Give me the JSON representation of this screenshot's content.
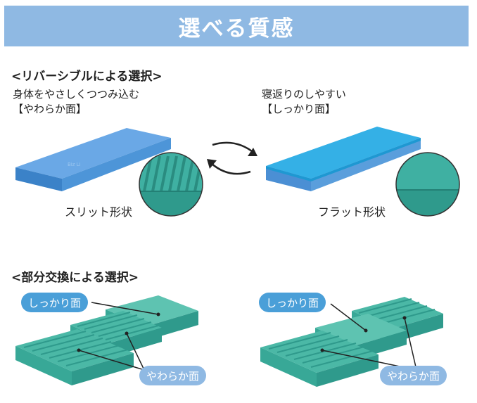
{
  "banner": {
    "title": "選べる質感"
  },
  "reversible": {
    "heading": "<リバーシブルによる選択>",
    "soft": {
      "desc_line1": "身体をやさしくつつみ込む",
      "desc_line2": "【やわらか面】",
      "shape_label": "スリット形状"
    },
    "firm": {
      "desc_line1": "寝返りのしやすい",
      "desc_line2": "【しっかり面】",
      "shape_label": "フラット形状"
    }
  },
  "partial": {
    "heading": "<部分交換による選択>",
    "left": {
      "firm_label": "しっかり面",
      "soft_label": "やわらか面"
    },
    "right": {
      "firm_label": "しっかり面",
      "soft_label": "やわらか面"
    }
  },
  "colors": {
    "banner": "#8fb9e3",
    "mattress_soft": "#5b9bde",
    "mattress_firm": "#2aa6e0",
    "foam_teal": "#3fb0a2",
    "label_pill": "#4a9fd8",
    "label_pill_soft": "#8fb9e3"
  }
}
